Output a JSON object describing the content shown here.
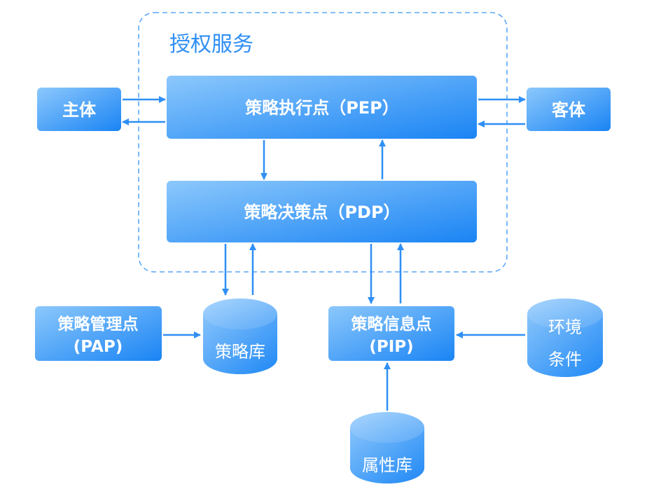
{
  "boundary": {
    "title": "授权服务"
  },
  "nodes": {
    "subject": "主体",
    "object": "客体",
    "pep": "策略执行点（PEP）",
    "pdp": "策略决策点（PDP）",
    "pap": {
      "line1": "策略管理点",
      "line2": "(PAP)"
    },
    "pip": {
      "line1": "策略信息点",
      "line2": "(PIP)"
    },
    "policy_store": "策略库",
    "attribute_store": "属性库",
    "environment": {
      "line1": "环境",
      "line2": "条件"
    }
  },
  "colors": {
    "box_top": "#7ec0fb",
    "box_bottom": "#1e88f5",
    "arrow": "#2f8ff5",
    "boundary": "#5aa7f5",
    "title": "#2f8ff5"
  }
}
